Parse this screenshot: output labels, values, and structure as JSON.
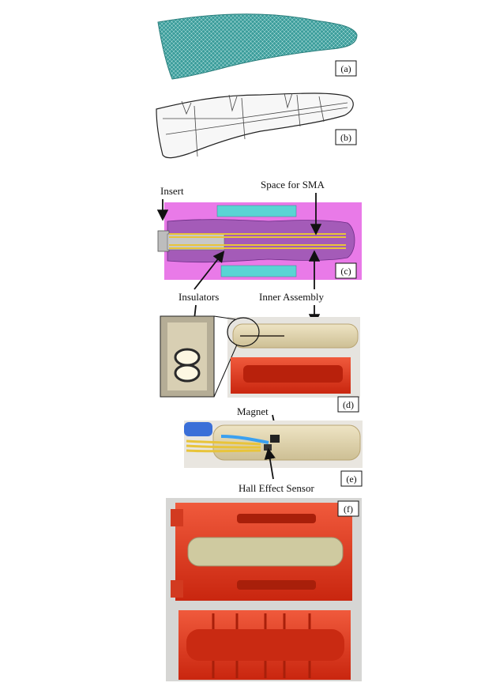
{
  "panels": {
    "a": {
      "tag": "(a)"
    },
    "b": {
      "tag": "(b)"
    },
    "c": {
      "tag": "(c)",
      "labels": {
        "insert": "Insert",
        "space_for_sma": "Space for SMA",
        "insulators": "Insulators",
        "inner_assembly": "Inner Assembly"
      }
    },
    "d": {
      "tag": "(d)"
    },
    "e": {
      "tag": "(e)",
      "labels": {
        "magnet": "Magnet",
        "hall_effect_sensor": "Hall Effect Sensor"
      }
    },
    "f": {
      "tag": "(f)"
    }
  },
  "colors": {
    "mesh_teal": "#3d9e9c",
    "mold_magenta": "#e97ae8",
    "finger_purple": "#a45bb8",
    "cyan_block": "#5ad4d4",
    "wire_yellow": "#e8c43a",
    "mold_red": "#e8371f",
    "silicone_beige": "#e2d6b0"
  }
}
